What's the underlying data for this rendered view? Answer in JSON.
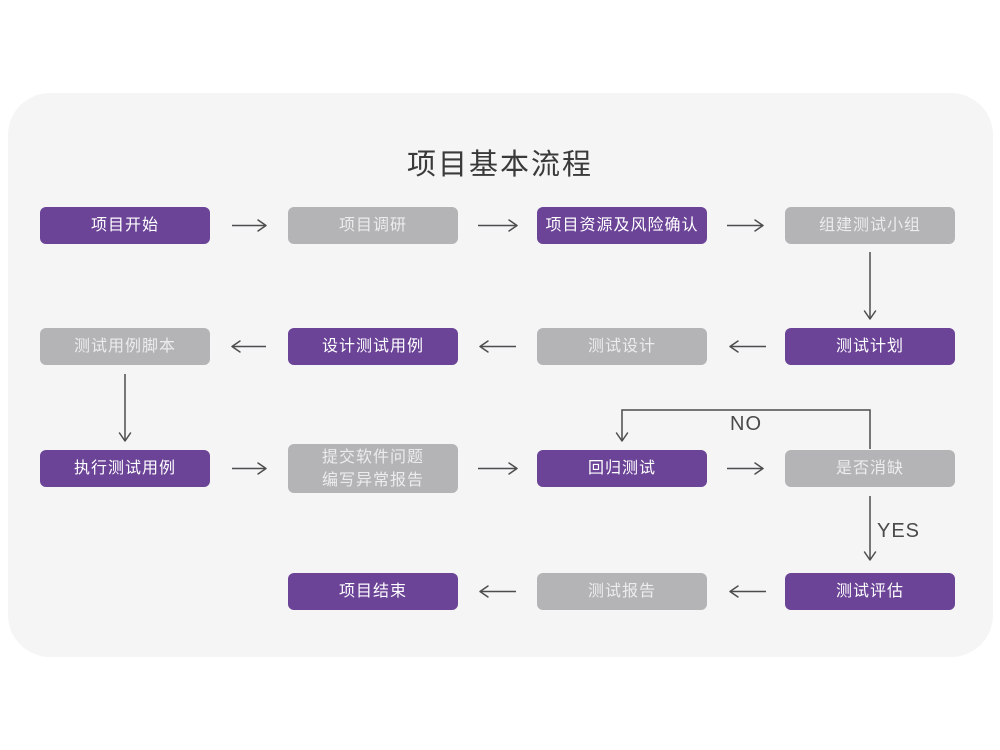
{
  "title": "项目基本流程",
  "labels": {
    "no": "NO",
    "yes": "YES"
  },
  "colors": {
    "purple": "#6b4397",
    "gray": "#b4b4b6",
    "card_bg": "#f5f5f6",
    "page_bg": "#ffffff",
    "arrow": "#4d4d4d",
    "title_text": "#3a3a3a",
    "label_text": "#4a4a4a",
    "purple_node_text": "#ffffff",
    "gray_node_text": "#ececec"
  },
  "nodes": [
    {
      "label": "项目开始",
      "type": "purple"
    },
    {
      "label": "项目调研",
      "type": "gray"
    },
    {
      "label": "项目资源及风险确认",
      "type": "purple"
    },
    {
      "label": "组建测试小组",
      "type": "gray"
    },
    {
      "label": "测试用例脚本",
      "type": "gray"
    },
    {
      "label": "设计测试用例",
      "type": "purple"
    },
    {
      "label": "测试设计",
      "type": "gray"
    },
    {
      "label": "测试计划",
      "type": "purple"
    },
    {
      "label": "执行测试用例",
      "type": "purple"
    },
    {
      "label_line1": "提交软件问题",
      "label_line2": "编写异常报告",
      "type": "gray"
    },
    {
      "label": "回归测试",
      "type": "purple"
    },
    {
      "label": "是否消缺",
      "type": "gray"
    },
    {
      "label": "项目结束",
      "type": "purple"
    },
    {
      "label": "测试报告",
      "type": "gray"
    },
    {
      "label": "测试评估",
      "type": "purple"
    }
  ]
}
